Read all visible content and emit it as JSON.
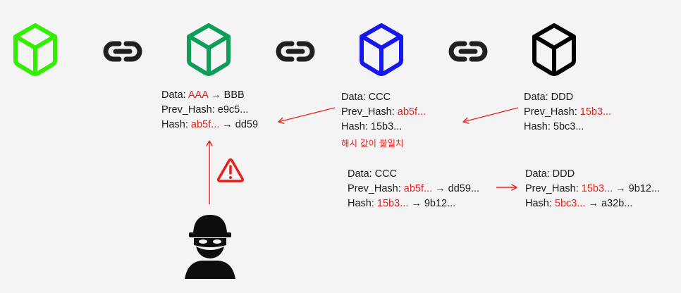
{
  "blocks": [
    {
      "id": "block-1",
      "icon": "cube-icon",
      "color": "#33ee00"
    },
    {
      "id": "block-2",
      "icon": "cube-icon",
      "color": "#0e9e5a"
    },
    {
      "id": "block-3",
      "icon": "cube-icon",
      "color": "#1616f0"
    },
    {
      "id": "block-4",
      "icon": "cube-icon",
      "color": "#000000"
    }
  ],
  "links": [
    {
      "icon": "chain-link-icon",
      "color": "#1f1f1f"
    },
    {
      "icon": "chain-link-icon",
      "color": "#1f1f1f"
    },
    {
      "icon": "chain-link-icon",
      "color": "#1f1f1f"
    }
  ],
  "accent_color": "#e8201c",
  "tampered_block": {
    "data_label": "Data: ",
    "data_old": "AAA",
    "data_arrow": " → ",
    "data_new": "BBB",
    "prev_hash_label": "Prev_Hash: ",
    "prev_hash_value": "e9c5...",
    "hash_label": "Hash: ",
    "hash_old": "ab5f...",
    "hash_arrow": " → ",
    "hash_new": "dd59"
  },
  "block_ccc": {
    "data": "Data: CCC",
    "prev_hash_label": "Prev_Hash: ",
    "prev_hash_value": "ab5f...",
    "hash": "Hash: 15b3..."
  },
  "block_ddd": {
    "data": "Data: DDD",
    "prev_hash_label": "Prev_Hash: ",
    "prev_hash_value": "15b3...",
    "hash": "Hash: 5bc3..."
  },
  "mismatch_note": "해시 값이 불일치",
  "recomputed_ccc": {
    "data": "Data: CCC",
    "prev_hash_label": "Prev_Hash: ",
    "prev_hash_old": "ab5f...",
    "prev_hash_arrow": " → ",
    "prev_hash_new": "dd59...",
    "hash_label": "Hash: ",
    "hash_old": "15b3...",
    "hash_arrow": " → ",
    "hash_new": "9b12..."
  },
  "recomputed_ddd": {
    "data": "Data: DDD",
    "prev_hash_label": "Prev_Hash: ",
    "prev_hash_old": "15b3...",
    "prev_hash_arrow": " → ",
    "prev_hash_new": "9b12...",
    "hash_label": "Hash: ",
    "hash_old": "5bc3...",
    "hash_arrow": " → ",
    "hash_new": "a32b..."
  },
  "warning_icon": "warning-triangle-icon",
  "attacker_icon": "hacker-icon"
}
